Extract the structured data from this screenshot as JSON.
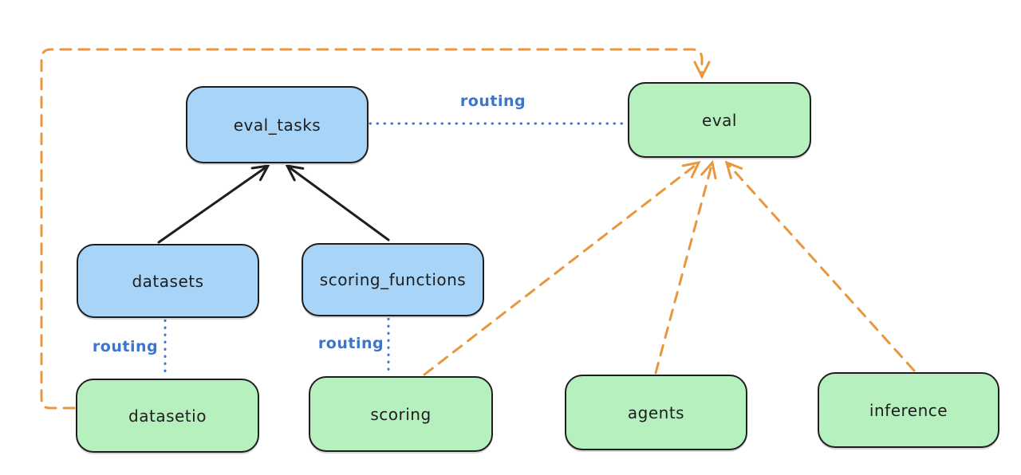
{
  "colors": {
    "canvas_bg": "#ffffff",
    "node_blue": "#a8d4f7",
    "node_green": "#b6f0bf",
    "stroke_dark": "#1e1e1e",
    "routing_blue": "#3d74cc",
    "provider_orange": "#e9973e"
  },
  "nodes": {
    "eval_tasks": {
      "label": "eval_tasks",
      "fill": "blue"
    },
    "eval": {
      "label": "eval",
      "fill": "green"
    },
    "datasets": {
      "label": "datasets",
      "fill": "blue"
    },
    "scoring_functions": {
      "label": "scoring_functions",
      "fill": "blue"
    },
    "datasetio": {
      "label": "datasetio",
      "fill": "green"
    },
    "scoring": {
      "label": "scoring",
      "fill": "green"
    },
    "agents": {
      "label": "agents",
      "fill": "green"
    },
    "inference": {
      "label": "inference",
      "fill": "green"
    }
  },
  "edges": [
    {
      "from": "datasets",
      "to": "eval_tasks",
      "style": "solid_black_arrow"
    },
    {
      "from": "scoring_functions",
      "to": "eval_tasks",
      "style": "solid_black_arrow"
    },
    {
      "from": "eval_tasks",
      "to": "eval",
      "style": "dotted_blue",
      "label": "routing"
    },
    {
      "from": "datasets",
      "to": "datasetio",
      "style": "dotted_blue",
      "label": "routing"
    },
    {
      "from": "scoring_functions",
      "to": "scoring",
      "style": "dotted_blue",
      "label": "routing"
    },
    {
      "from": "datasetio",
      "to": "eval",
      "style": "dashed_orange_arrow"
    },
    {
      "from": "scoring",
      "to": "eval",
      "style": "dashed_orange_arrow"
    },
    {
      "from": "agents",
      "to": "eval",
      "style": "dashed_orange_arrow"
    },
    {
      "from": "inference",
      "to": "eval",
      "style": "dashed_orange_arrow"
    }
  ]
}
